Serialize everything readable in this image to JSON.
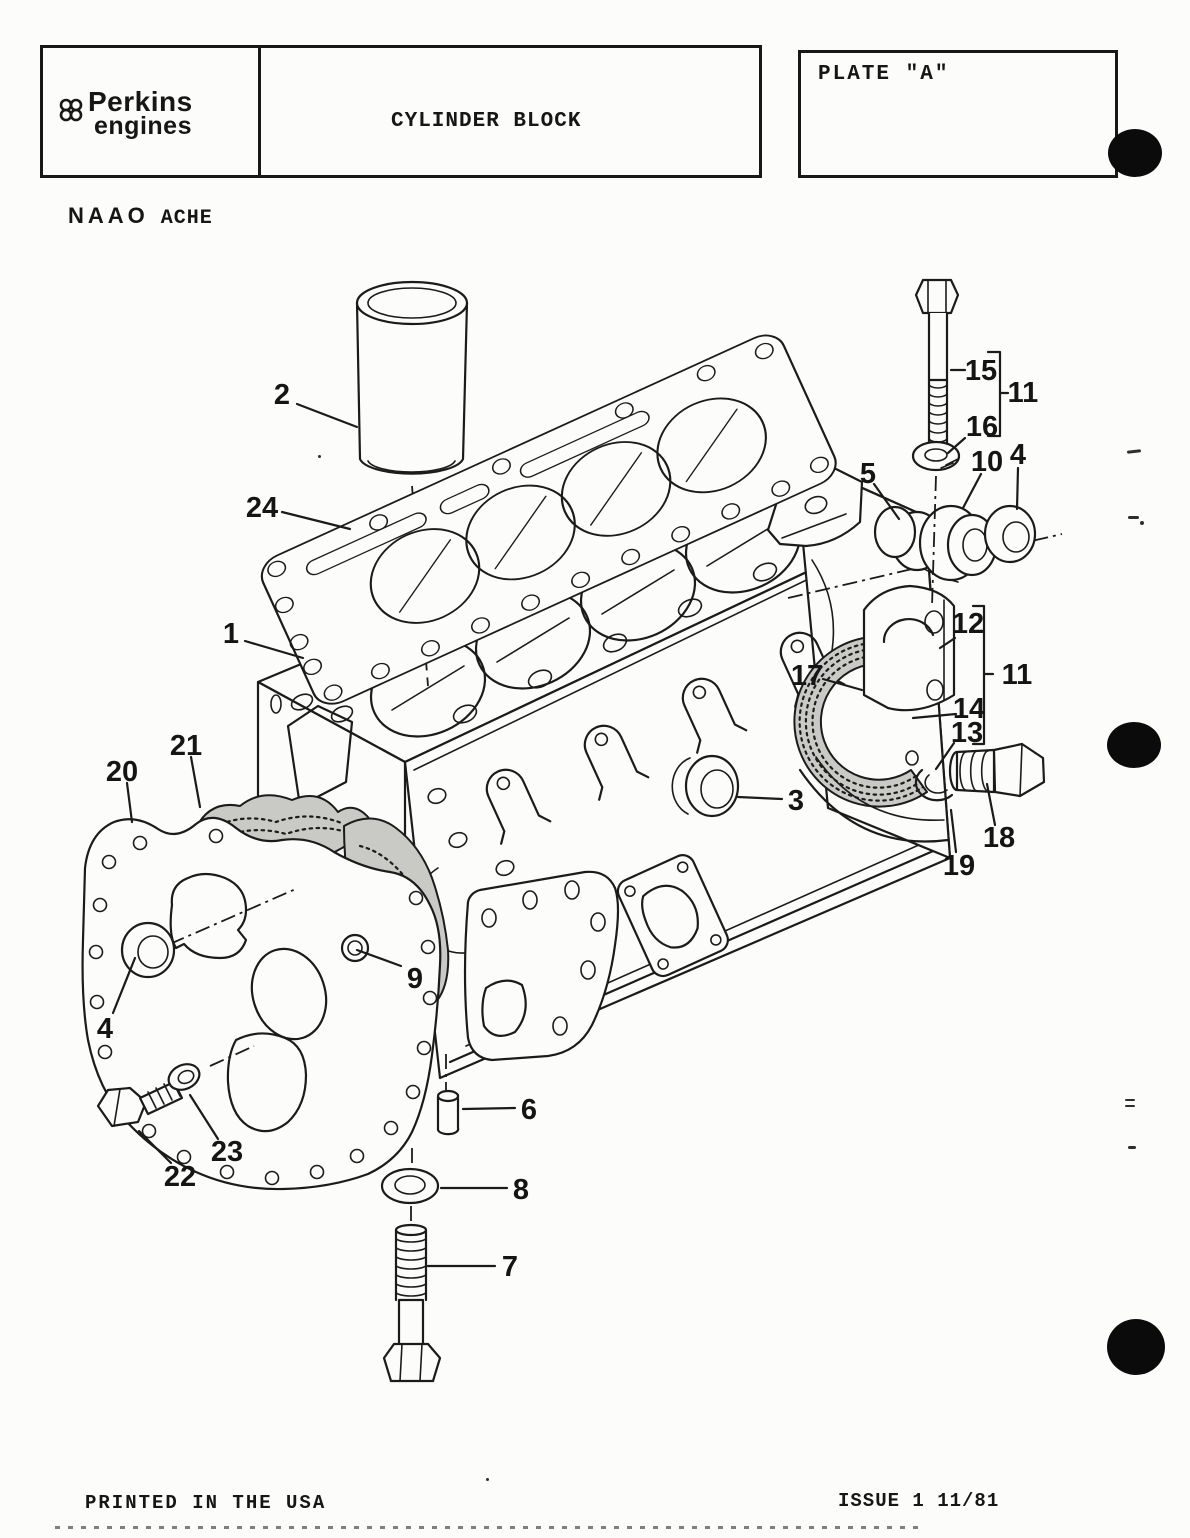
{
  "header": {
    "logo_symbol": "perkins-rings-icon",
    "logo_line1": "Perkins",
    "logo_line2": "engines",
    "title": "CYLINDER BLOCK",
    "plate": "PLATE  \"A\""
  },
  "codes": {
    "left": "NAAO",
    "right": "ACHE"
  },
  "footer": {
    "left": "PRINTED IN THE USA",
    "right": "ISSUE 1  11/81"
  },
  "diagram": {
    "kind": "exploded-parts-drawing",
    "callouts": {
      "n1": "1",
      "n2": "2",
      "n3": "3",
      "n4_left": "4",
      "n4_right": "4",
      "n5": "5",
      "n6": "6",
      "n7": "7",
      "n8": "8",
      "n9": "9",
      "n10": "10",
      "n11_top": "11",
      "n11_mid": "11",
      "n12": "12",
      "n13": "13",
      "n14": "14",
      "n15": "15",
      "n16": "16",
      "n17": "17",
      "n18": "18",
      "n19": "19",
      "n20": "20",
      "n21": "21",
      "n22": "22",
      "n23": "23",
      "n24": "24"
    }
  },
  "colors": {
    "ink": "#1b1b1b",
    "paper": "#fcfcfa",
    "punch_dot": "#0b0b0b"
  }
}
